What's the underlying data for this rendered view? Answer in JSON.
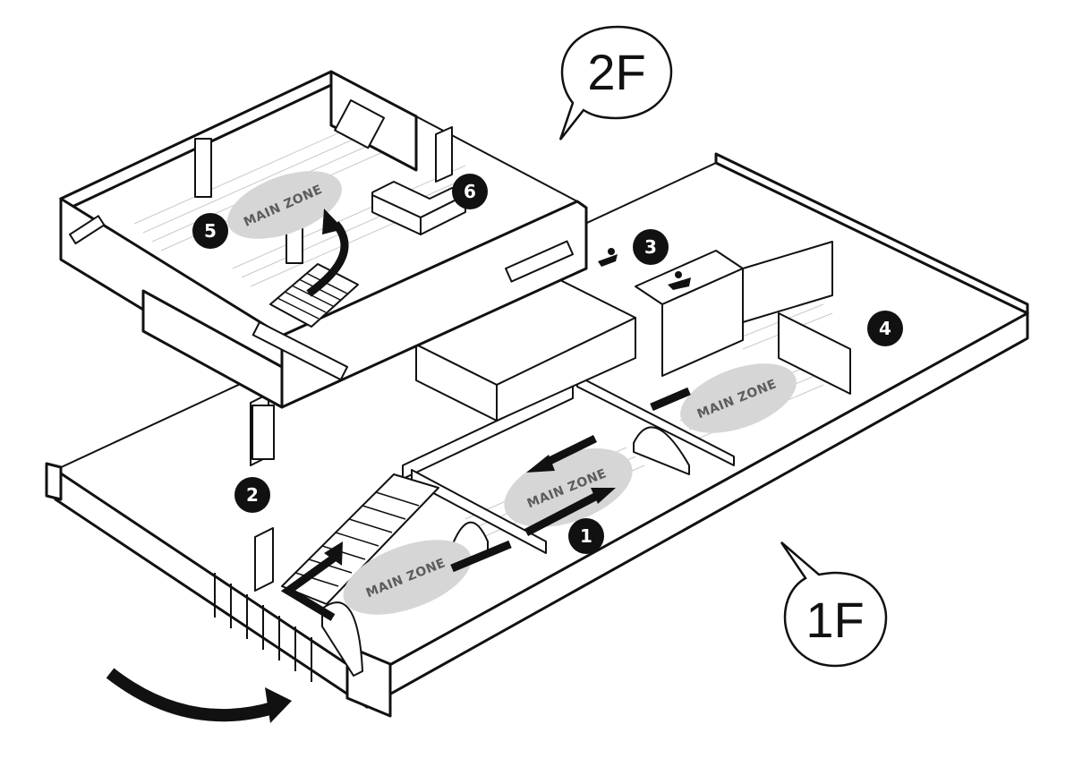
{
  "floors": {
    "upper": "2F",
    "lower": "1F"
  },
  "zones": {
    "label": "MAIN ZONE"
  },
  "markers": [
    "1",
    "2",
    "3",
    "4",
    "5",
    "6"
  ],
  "icons": [
    "restroom-man-icon",
    "restroom-woman-icon",
    "circulation-arrow-icon"
  ],
  "colors": {
    "line": "#111111",
    "zone_fill": "#d6d6d6",
    "zone_text": "#5c5c5c",
    "background": "#ffffff"
  }
}
